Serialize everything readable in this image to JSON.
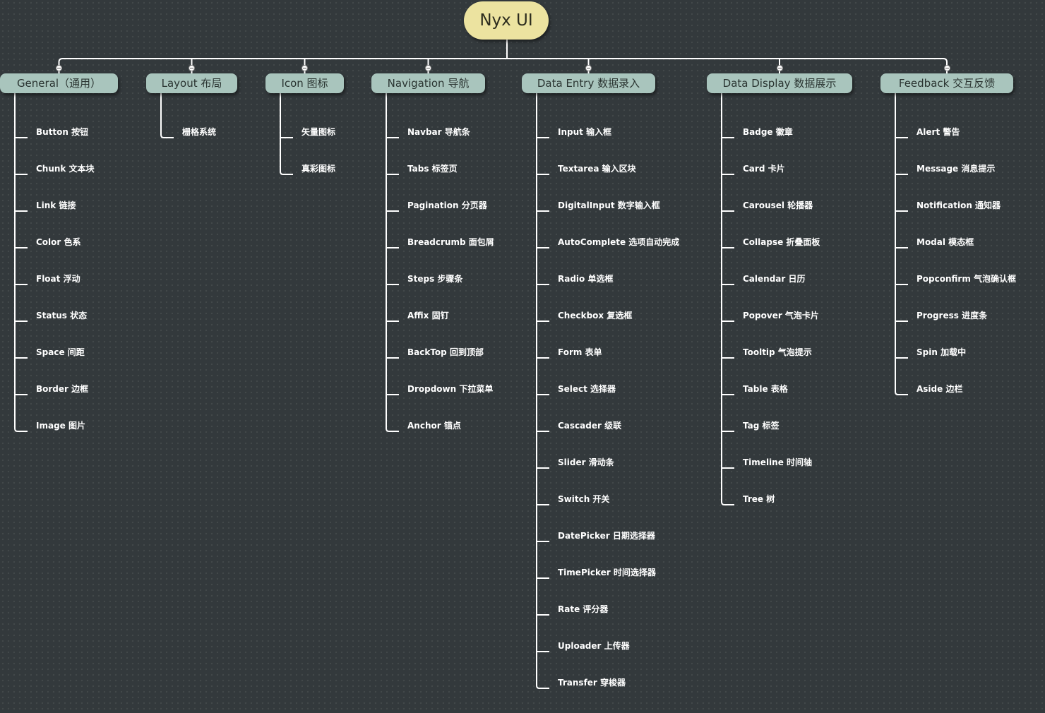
{
  "root": {
    "label": "Nyx UI"
  },
  "branches": [
    {
      "label": "General（通用）",
      "children": [
        "Button 按钮",
        "Chunk 文本块",
        "Link 链接",
        "Color 色系",
        "Float 浮动",
        "Status 状态",
        "Space 间距",
        "Border 边框",
        "Image 图片"
      ]
    },
    {
      "label": "Layout 布局",
      "children": [
        "栅格系统"
      ]
    },
    {
      "label": "Icon 图标",
      "children": [
        "矢量图标",
        "真彩图标"
      ]
    },
    {
      "label": "Navigation 导航",
      "children": [
        "Navbar 导航条",
        "Tabs 标签页",
        "Pagination 分页器",
        "Breadcrumb 面包屑",
        "Steps 步骤条",
        "Affix 固钉",
        "BackTop 回到顶部",
        "Dropdown 下拉菜单",
        "Anchor 锚点"
      ]
    },
    {
      "label": "Data Entry 数据录入",
      "children": [
        "Input 输入框",
        "Textarea 输入区块",
        "DigitalInput 数字输入框",
        "AutoComplete 选项自动完成",
        "Radio 单选框",
        "Checkbox 复选框",
        "Form 表单",
        "Select 选择器",
        "Cascader 级联",
        "Slider 滑动条",
        "Switch 开关",
        "DatePicker 日期选择器",
        "TimePicker 时间选择器",
        "Rate 评分器",
        "Uploader 上传器",
        "Transfer 穿梭器"
      ]
    },
    {
      "label": "Data Display 数据展示",
      "children": [
        "Badge 徽章",
        "Card 卡片",
        "Carousel 轮播器",
        "Collapse 折叠面板",
        "Calendar 日历",
        "Popover 气泡卡片",
        "Tooltip 气泡提示",
        "Table 表格",
        "Tag 标签",
        "Timeline 时间轴",
        "Tree 树"
      ]
    },
    {
      "label": "Feedback 交互反馈",
      "children": [
        "Alert 警告",
        "Message 消息提示",
        "Notification 通知器",
        "Modal 模态框",
        "Popconfirm 气泡确认框",
        "Progress 进度条",
        "Spin 加载中",
        "Aside 边栏"
      ]
    }
  ],
  "colors": {
    "background": "#33393c",
    "root_fill": "#ece3a0",
    "branch_fill": "#a9c5bd",
    "line": "#ffffff",
    "leaf_text": "#ffffff"
  }
}
